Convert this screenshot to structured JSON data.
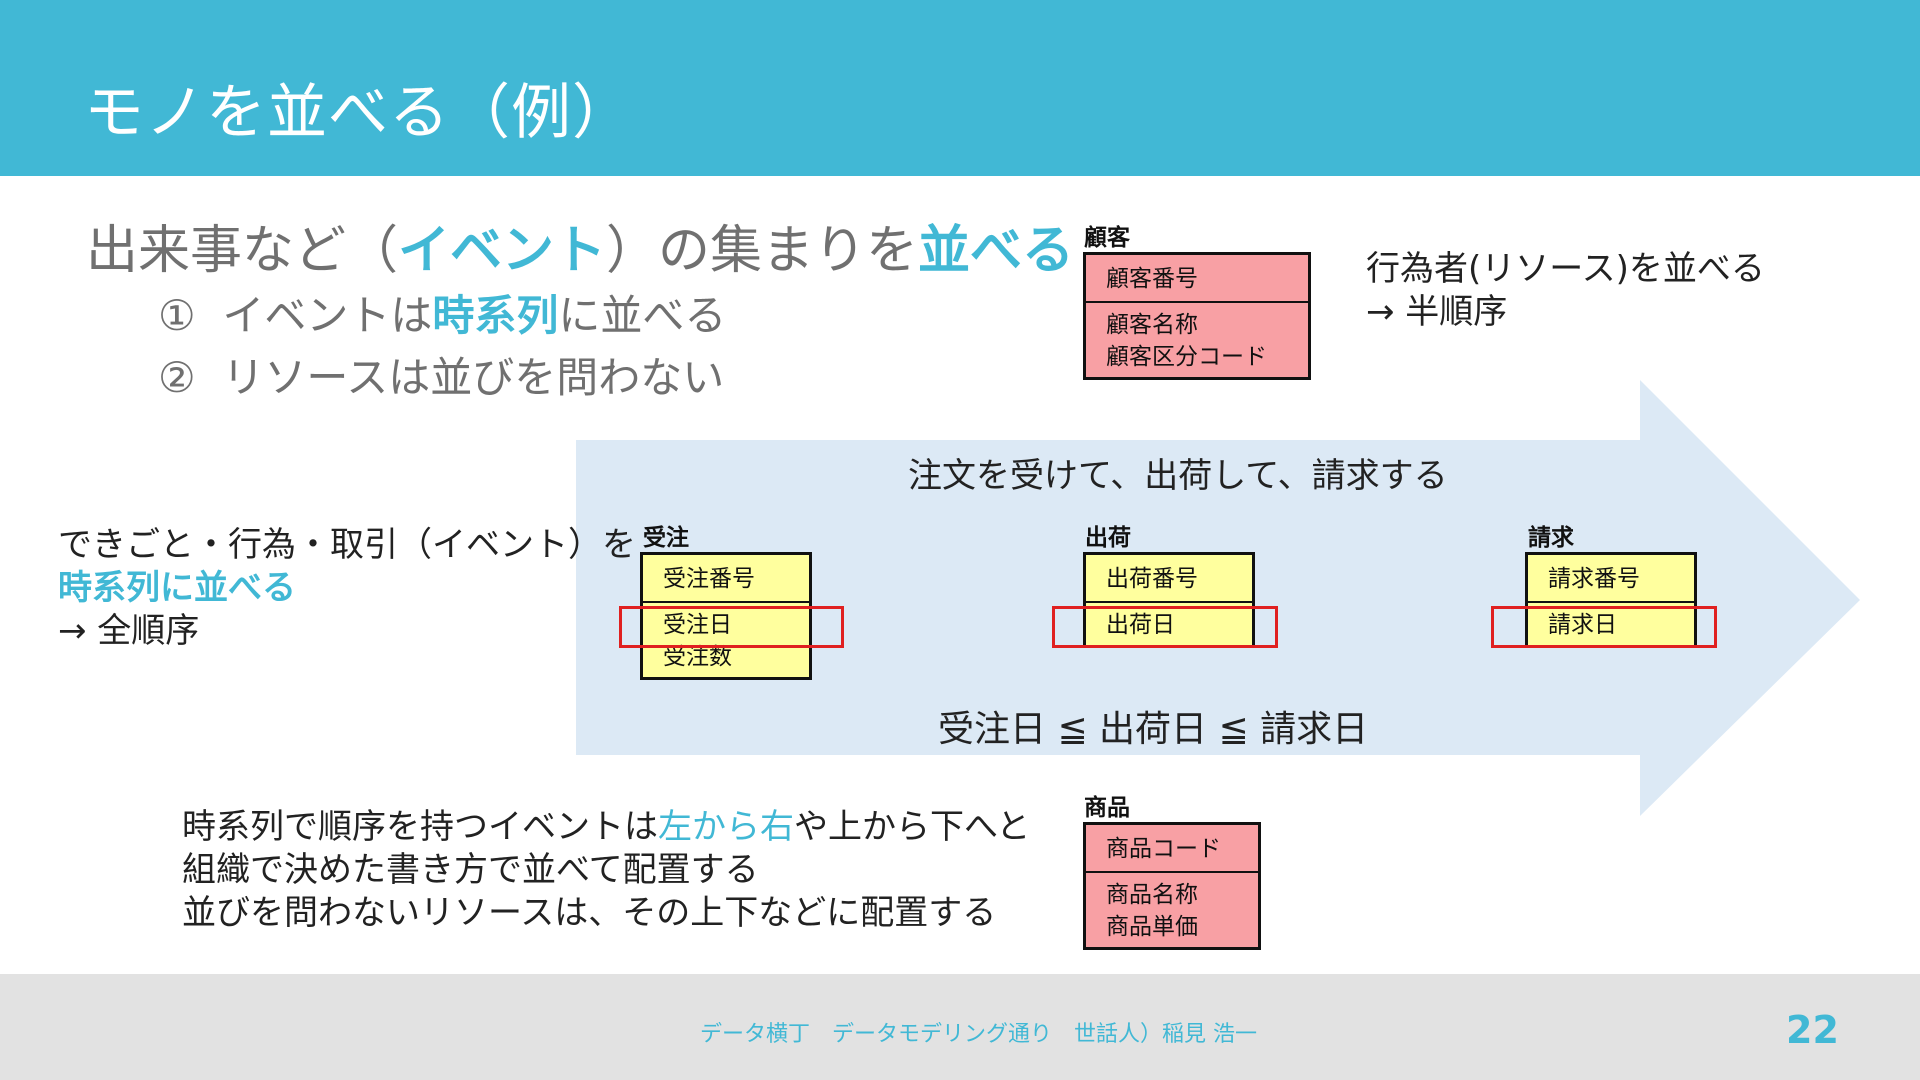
{
  "header": {
    "title": "モノを並べる（例）"
  },
  "headline": {
    "part1": "出来事など（",
    "part2": "イベント",
    "part3": "）の集まりを",
    "part4": "並べる"
  },
  "bullets": [
    {
      "num": "①",
      "pre": "イベントは",
      "em": "時系列",
      "post": "に並べる"
    },
    {
      "num": "②",
      "text": "リソースは並びを問わない"
    }
  ],
  "resource_note": {
    "line1": "行為者(リソース)を並べる",
    "line2": "→ 半順序"
  },
  "event_note": {
    "line1": "できごと・行為・取引（イベント）を",
    "line2": "時系列に並べる",
    "line3": "→ 全順序"
  },
  "flow_caption": "注文を受けて、出荷して、請求する",
  "order_formula": "受注日 ≦ 出荷日 ≦ 請求日",
  "bottom_note": {
    "line1_pre": "時系列で順序を持つイベントは",
    "line1_em": "左から右",
    "line1_post": "や上から下へと",
    "line2": "組織で決めた書き方で並べて配置する",
    "line3": "並びを問わないリソースは、その上下などに配置する"
  },
  "entities": {
    "customer": {
      "name": "顧客",
      "key": "顧客番号",
      "attrs": [
        "顧客名称",
        "顧客区分コード"
      ]
    },
    "order": {
      "name": "受注",
      "key": "受注番号",
      "attrs": [
        "受注日",
        "受注数"
      ]
    },
    "shipment": {
      "name": "出荷",
      "key": "出荷番号",
      "attrs": [
        "出荷日"
      ]
    },
    "billing": {
      "name": "請求",
      "key": "請求番号",
      "attrs": [
        "請求日"
      ]
    },
    "product": {
      "name": "商品",
      "key": "商品コード",
      "attrs": [
        "商品名称",
        "商品単価"
      ]
    }
  },
  "colors": {
    "accent": "#41b8d5",
    "arrow_fill": "#dce9f5",
    "resource_entity": "#f8a0a4",
    "event_entity": "#ffff9e",
    "highlight_box": "#e02020"
  },
  "footer": {
    "text": "データ横丁　データモデリング通り　世話人）稲見 浩一",
    "page": "22"
  }
}
